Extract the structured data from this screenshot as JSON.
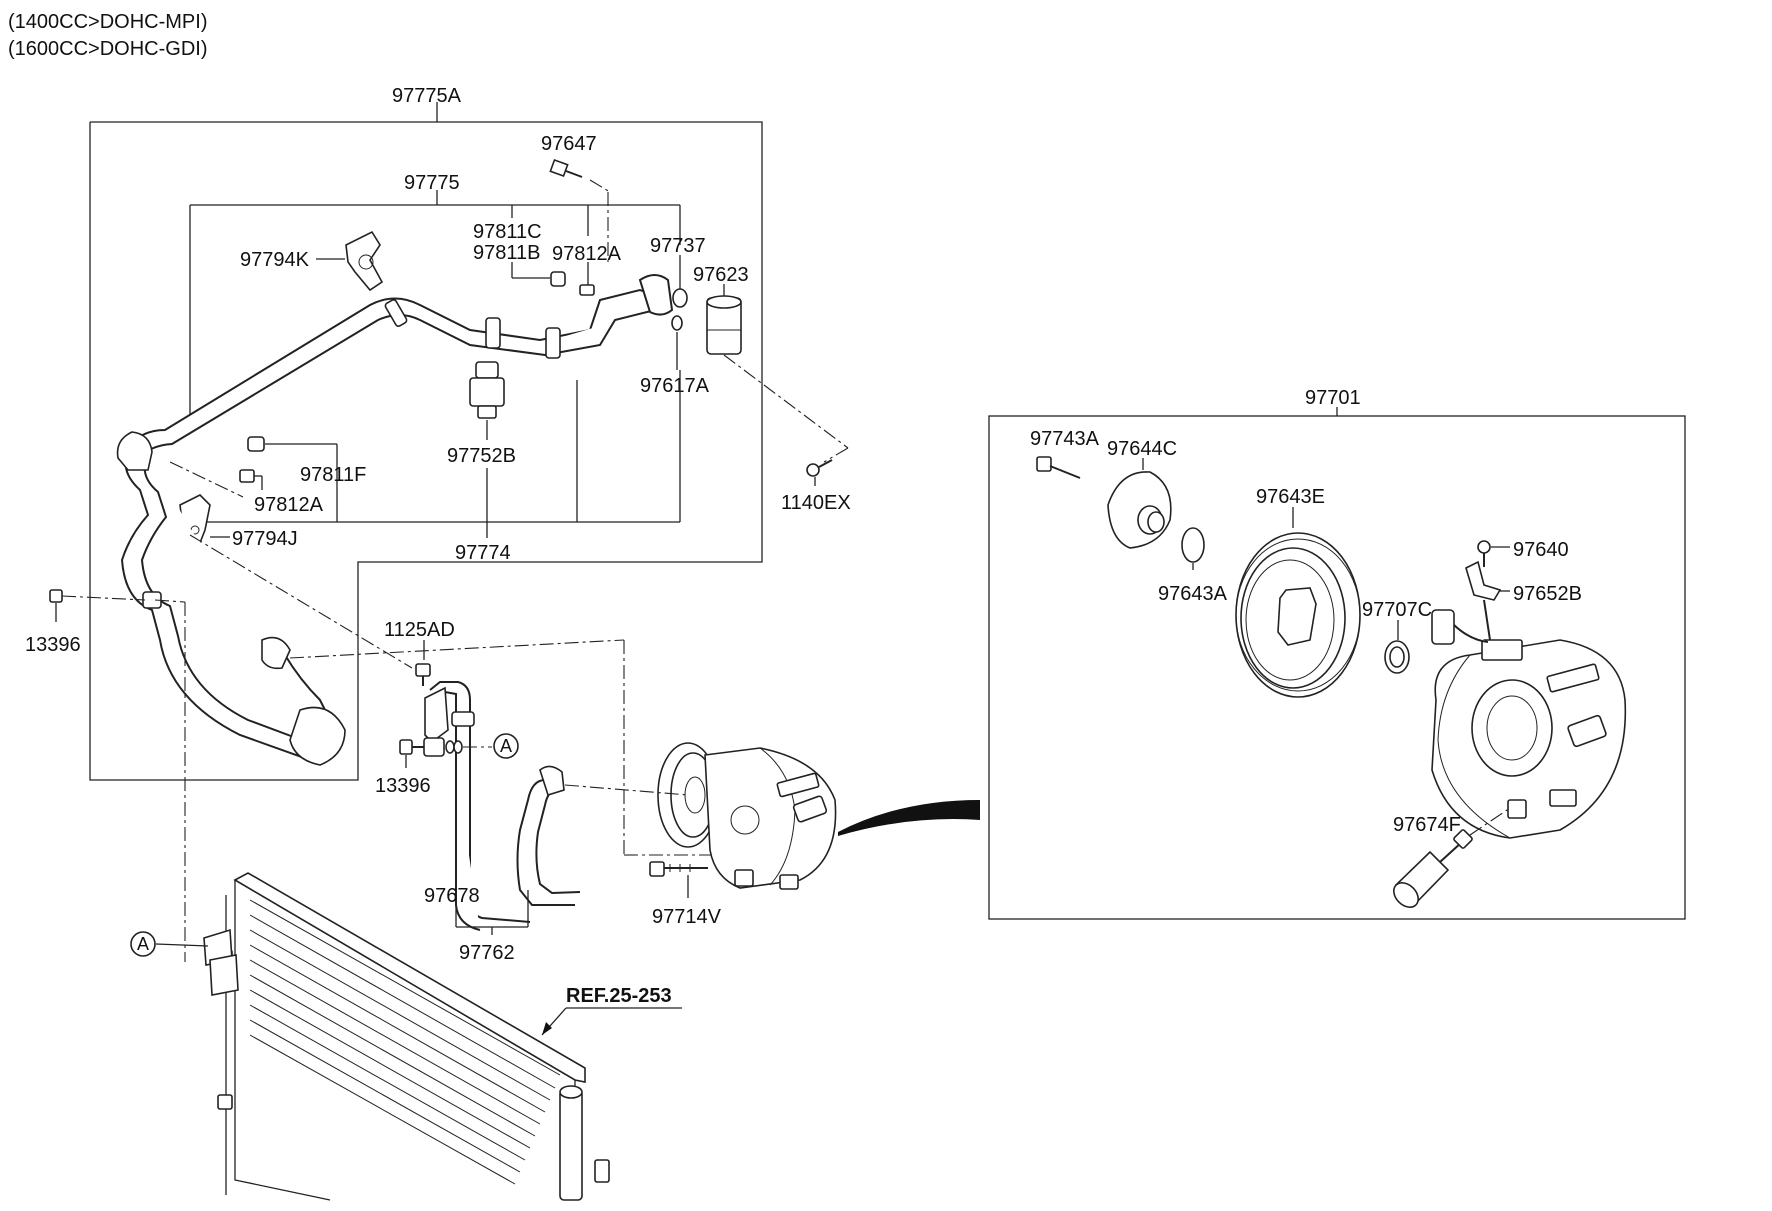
{
  "notes": [
    "(1400CC>DOHC-MPI)",
    "(1600CC>DOHC-GDI)"
  ],
  "labels": {
    "p97775A": "97775A",
    "p97775": "97775",
    "p97647": "97647",
    "p97794K": "97794K",
    "p97811C": "97811C",
    "p97811B": "97811B",
    "p97812A_top": "97812A",
    "p97737": "97737",
    "p97623": "97623",
    "p97617A": "97617A",
    "p97752B": "97752B",
    "p97811F": "97811F",
    "p97812A_low": "97812A",
    "p97794J": "97794J",
    "p97774": "97774",
    "p1140EX": "1140EX",
    "p13396_left": "13396",
    "p1125AD": "1125AD",
    "p13396_mid": "13396",
    "p97678": "97678",
    "p97762": "97762",
    "p97714V": "97714V",
    "p97701": "97701",
    "p97743A": "97743A",
    "p97644C": "97644C",
    "p97643E": "97643E",
    "p97643A": "97643A",
    "p97707C": "97707C",
    "p97640": "97640",
    "p97652B": "97652B",
    "p97674F": "97674F"
  },
  "callouts": {
    "a_upper": "A",
    "a_lower": "A"
  },
  "ref_label": "REF.25-253"
}
